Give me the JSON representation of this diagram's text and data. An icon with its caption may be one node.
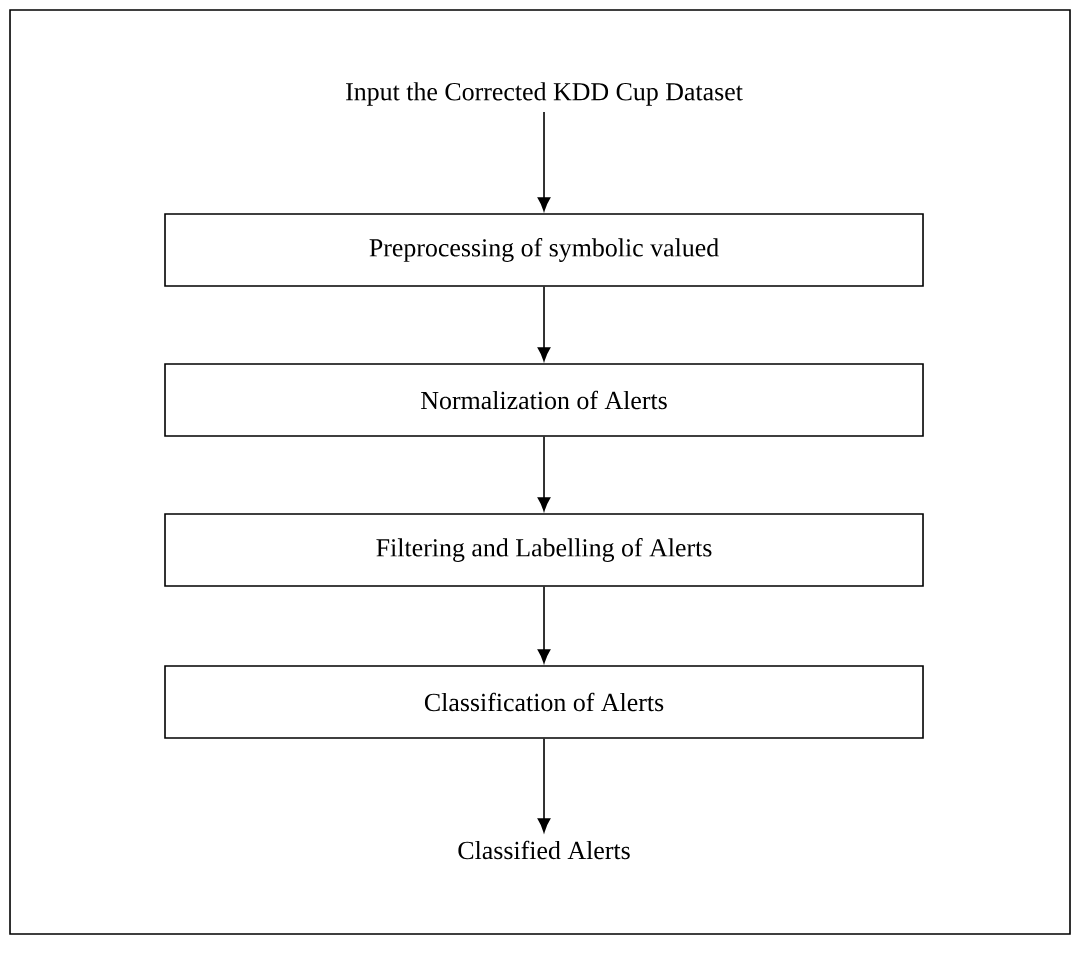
{
  "diagram": {
    "nodes": [
      {
        "text": [
          "Input the Corrected KDD Cup Dataset"
        ]
      },
      {
        "text": [
          "Preprocessing of symbolic valued"
        ]
      },
      {
        "text": [
          "Normalization of Alerts"
        ]
      },
      {
        "text": [
          "Filtering and Labelling of Alerts"
        ]
      },
      {
        "text": [
          "Classification of Alerts"
        ]
      },
      {
        "text": [
          "Classified Alerts"
        ]
      }
    ],
    "edges": [
      {
        "from": 0,
        "to": 1,
        "arrow": "to"
      },
      {
        "from": 1,
        "to": 2,
        "arrow": "to"
      },
      {
        "from": 2,
        "to": 3,
        "arrow": "to"
      },
      {
        "from": 3,
        "to": 4,
        "arrow": "to"
      },
      {
        "from": 4,
        "to": 5,
        "arrow": "to"
      }
    ]
  }
}
